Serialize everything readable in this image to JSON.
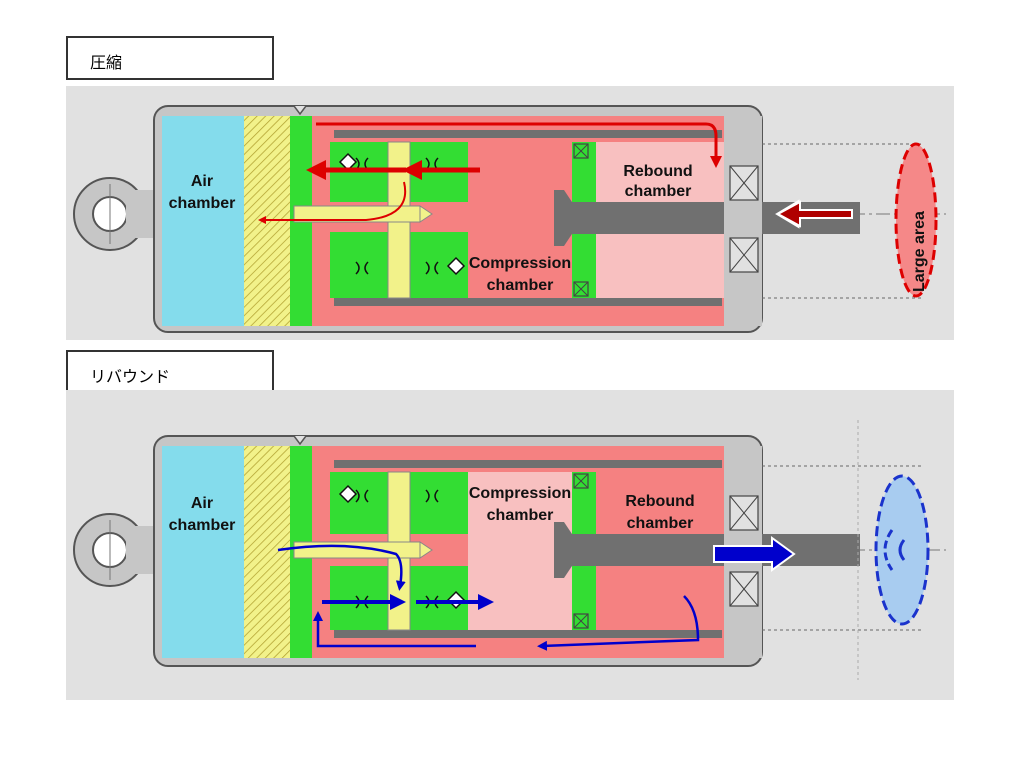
{
  "compression_view": {
    "caption": "圧縮",
    "labels": {
      "air_chamber_line1": "Air",
      "air_chamber_line2": "chamber",
      "rebound_line1": "Rebound",
      "rebound_line2": "chamber",
      "compression_line1": "Compression",
      "compression_line2": "chamber",
      "area_label": "Large area"
    }
  },
  "rebound_view": {
    "caption": "リバウンド",
    "labels": {
      "air_chamber_line1": "Air",
      "air_chamber_line2": "chamber",
      "compression_line1": "Compression",
      "compression_line2": "chamber",
      "rebound_line1": "Rebound",
      "rebound_line2": "chamber"
    }
  },
  "colors": {
    "panel_bg": "#e1e1e1",
    "housing": "#c6c6c6",
    "air_chamber": "#84dcec",
    "valve_green": "#33dd33",
    "yellow": "#f2f28a",
    "dark_pink": "#f58181",
    "light_pink": "#f8c0c0",
    "rod": "#707070",
    "compression_arrow": "#dd0000",
    "compression_rod_arrow": "#b00000",
    "rebound_arrow": "#0000cc",
    "large_area_fill": "#f58888",
    "large_area_border": "#dd0000",
    "rebound_area_fill": "#a8ccf0",
    "rebound_area_border": "#1a33cc"
  }
}
